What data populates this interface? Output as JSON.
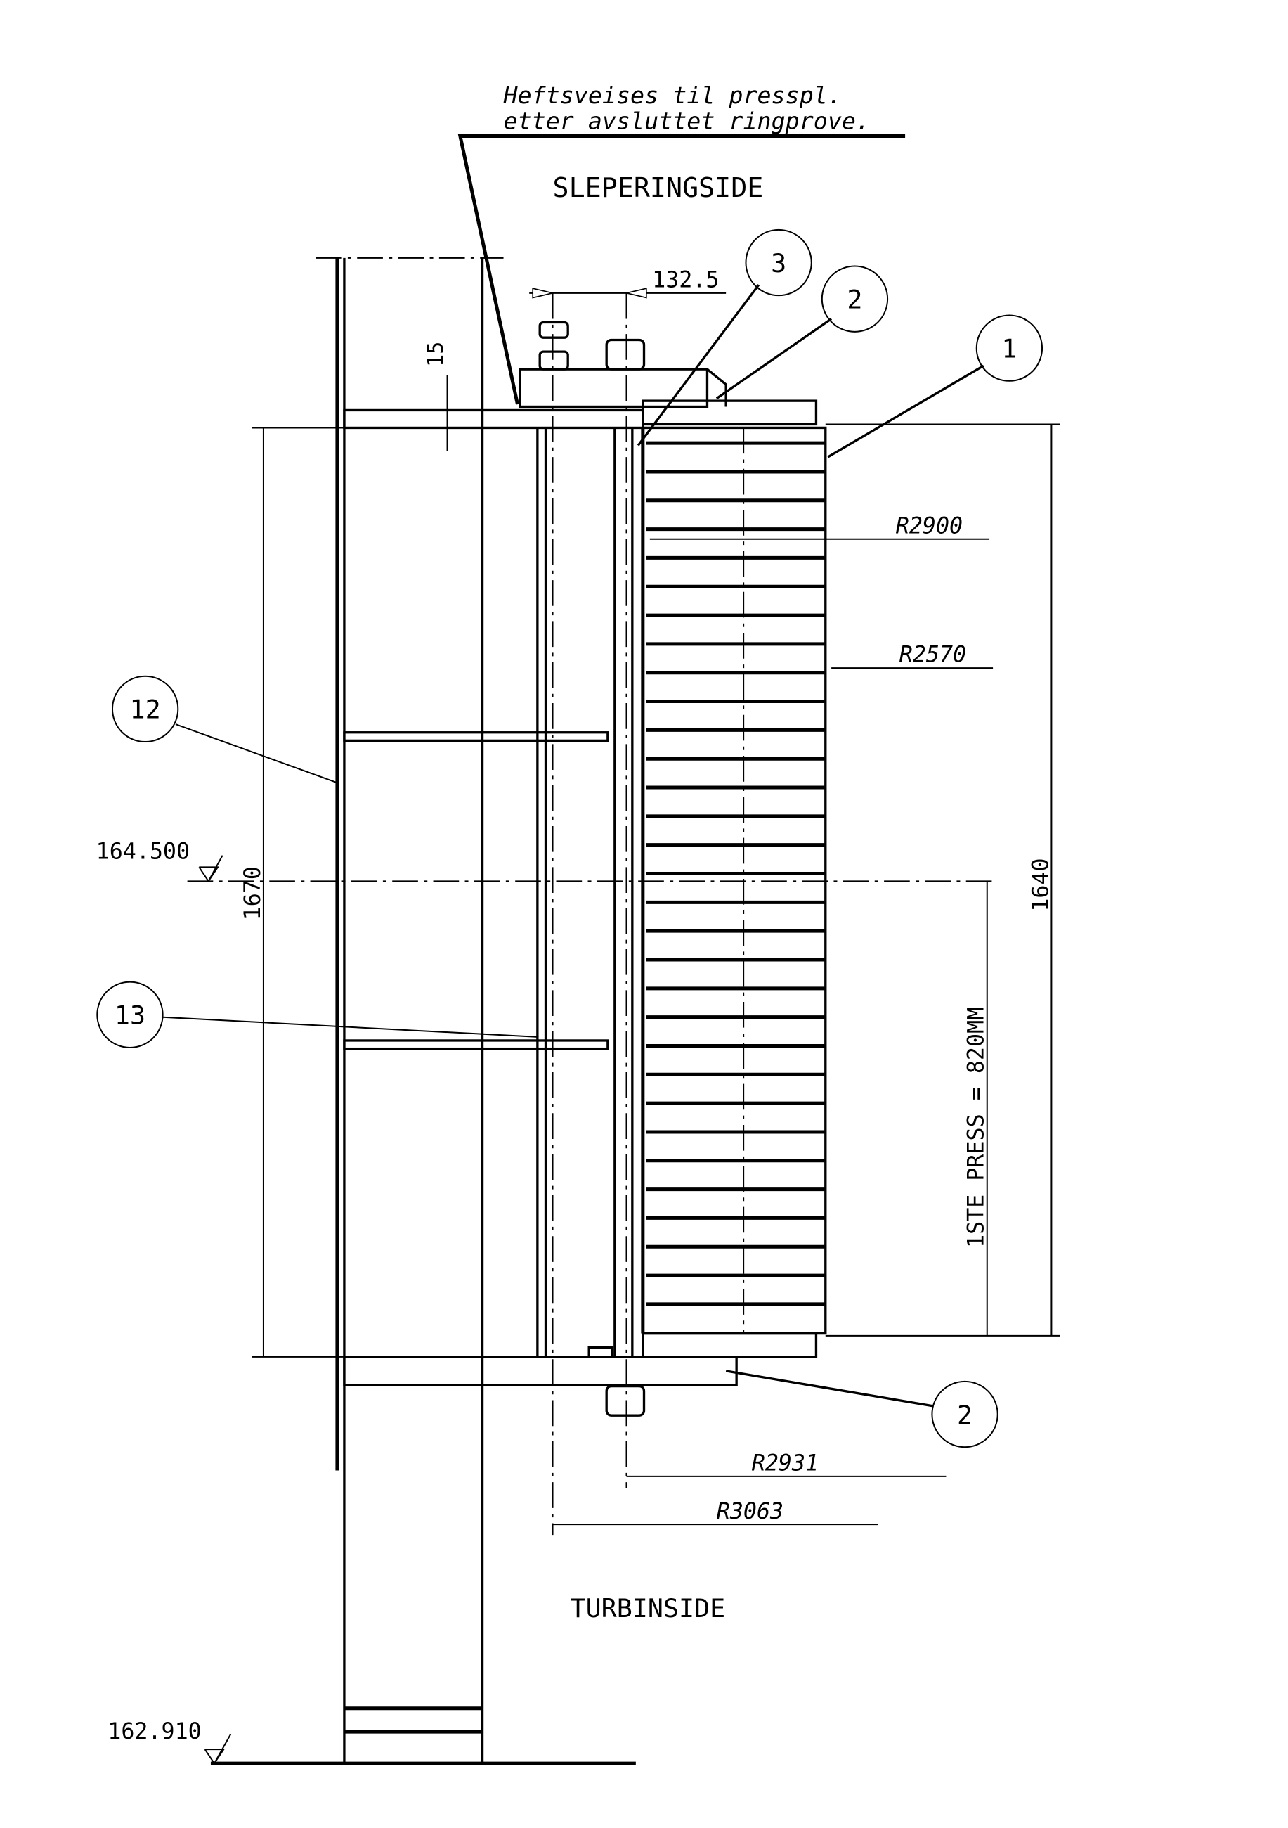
{
  "notes": {
    "line1": "Heftsveises til presspl.",
    "line2": "etter avsluttet ringprove."
  },
  "labels": {
    "top_side": "SLEPERINGSIDE",
    "bottom_side": "TURBINSIDE"
  },
  "dimensions": {
    "bolt_spacing": "132.5",
    "plate_thickness": "15",
    "r_inner": "R2900",
    "r_outer_stack": "R2570",
    "r_bolt": "R2931",
    "r_outer": "R3063",
    "height_left": "1670",
    "height_right": "1640",
    "first_press": "1STE PRESS = 820MM"
  },
  "elevations": {
    "center": "164.500",
    "floor": "162.910"
  },
  "balloons": {
    "b1": "1",
    "b2_top": "2",
    "b3": "3",
    "b2_bottom": "2",
    "b12": "12",
    "b13": "13"
  }
}
